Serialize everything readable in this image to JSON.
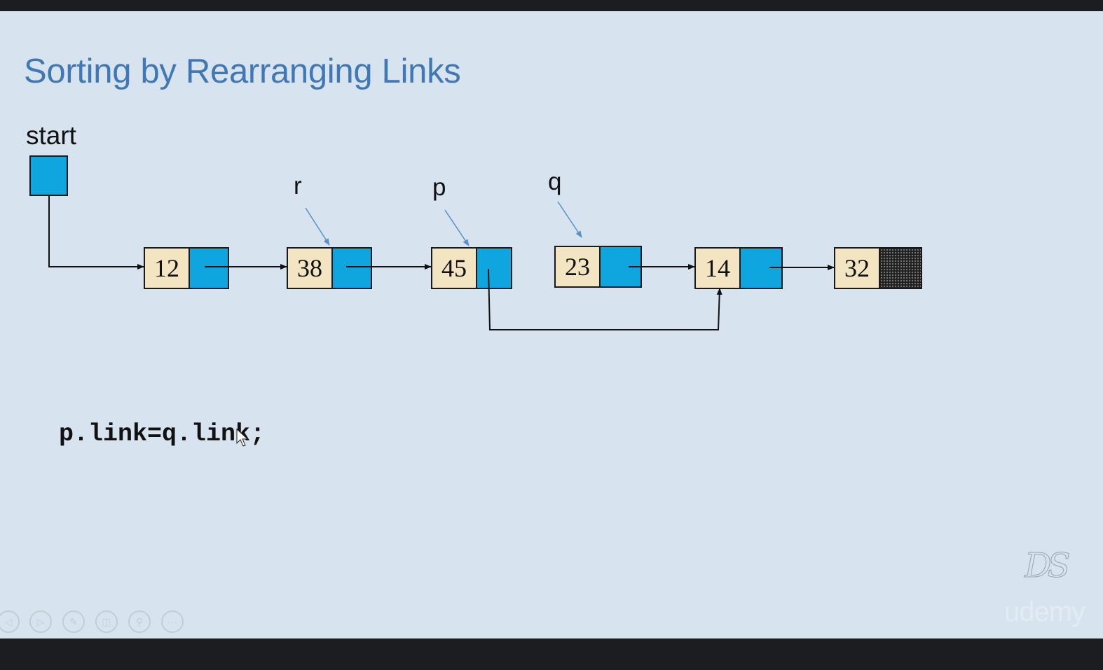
{
  "slide": {
    "title": "Sorting by Rearranging Links",
    "start_label": "start",
    "pointer_labels": {
      "r": "r",
      "p": "p",
      "q": "q"
    },
    "nodes": [
      {
        "info": "12",
        "null_link": false
      },
      {
        "info": "38",
        "null_link": false
      },
      {
        "info": "45",
        "null_link": false
      },
      {
        "info": "23",
        "null_link": false
      },
      {
        "info": "14",
        "null_link": false
      },
      {
        "info": "32",
        "null_link": true
      }
    ],
    "code": "p.link=q.link;"
  },
  "colors": {
    "background": "#d7e3ee",
    "title": "#3f78b5",
    "link_field": "#0fa6e0",
    "info_field": "#f3e4c2",
    "pointer_arrow": "#5b8fc7"
  },
  "watermark": {
    "logo": "DS",
    "brand": "udemy"
  },
  "toolbar": {
    "icons": [
      "prev-icon",
      "next-icon",
      "pen-icon",
      "slides-icon",
      "zoom-icon",
      "more-icon"
    ]
  }
}
